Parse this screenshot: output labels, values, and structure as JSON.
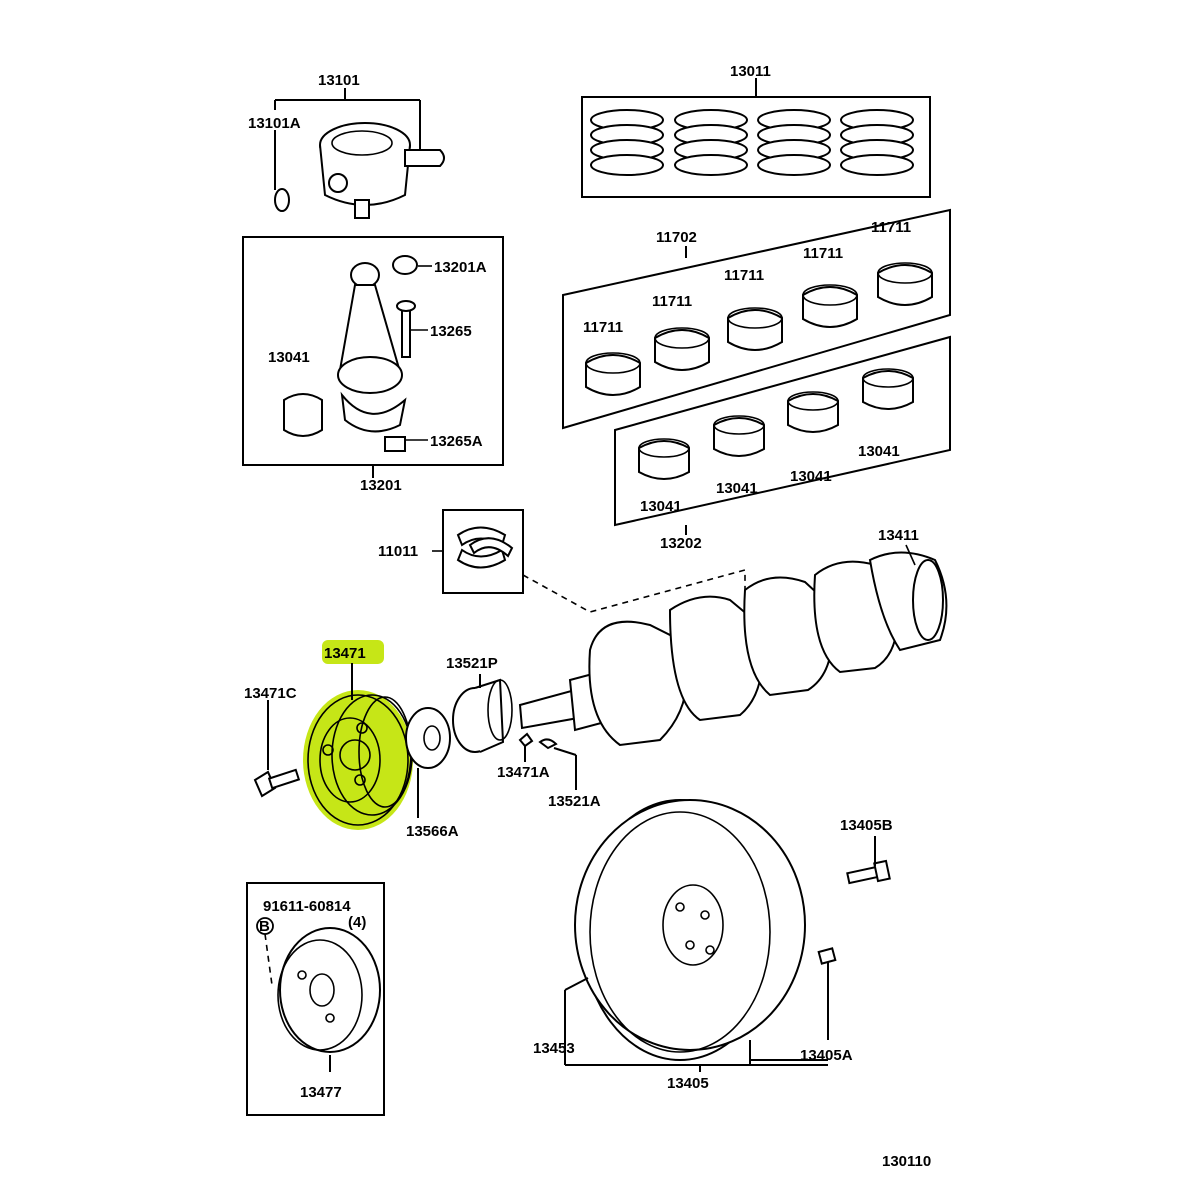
{
  "highlight_color": "#c6e617",
  "labels": {
    "piston": "13101",
    "piston_pin_clip": "13101A",
    "piston_rings": "13011",
    "crankshaft_bearing_upper_set": "11702",
    "bearing_11711_a": "11711",
    "bearing_11711_b": "11711",
    "bearing_11711_c": "11711",
    "bearing_11711_d": "11711",
    "bearing_11711_e": "11711",
    "bushing": "13201A",
    "rod_bolt": "13265",
    "rod_bearing": "13041",
    "rod_nut": "13265A",
    "connecting_rod": "13201",
    "bearing_13041_a": "13041",
    "bearing_13041_b": "13041",
    "bearing_13041_c": "13041",
    "bearing_13041_d": "13041",
    "crankshaft_bearing_lower_set": "13202",
    "thrust_washer": "11011",
    "crankshaft": "13411",
    "crank_pulley": "13471",
    "pulley_bolt": "13471C",
    "timing_gear": "13521P",
    "key_a": "13471A",
    "key_b": "13521A",
    "oil_slinger": "13566A",
    "flywheel_bolt": "13405B",
    "bolt_spec": "91611-60814",
    "bolt_qty": "(4)",
    "callout_b": "B",
    "pulley_alt": "13477",
    "ring_gear": "13453",
    "flywheel": "13405",
    "pin": "13405A",
    "diagram_code": "130110"
  }
}
